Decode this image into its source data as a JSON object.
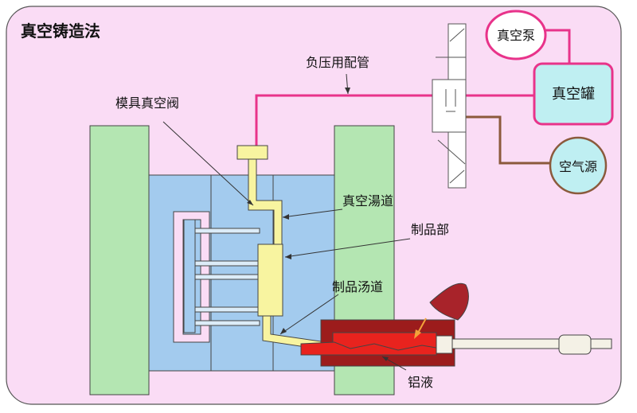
{
  "title": "真空铸造法",
  "labels": {
    "pipe": "负压用配管",
    "mold_valve": "模具真空阀",
    "vacuum_runner": "真空湯道",
    "product": "制品部",
    "product_runner": "制品汤道",
    "aluminum": "铝液"
  },
  "nodes": {
    "pump": "真空泵",
    "tank": "真空罐",
    "air": "空气源"
  },
  "colors": {
    "background": "#fadcf5",
    "vacuum_line": "#e8338a",
    "air_line": "#8b5a3c",
    "platen": "#b4e6b2",
    "mold": "#a3cbee",
    "runner": "#f8f4a0",
    "molten": "#e8231e",
    "sleeve": "#9c1c1c",
    "ladle": "#a8232a",
    "node_fill": "#bfeff2"
  }
}
